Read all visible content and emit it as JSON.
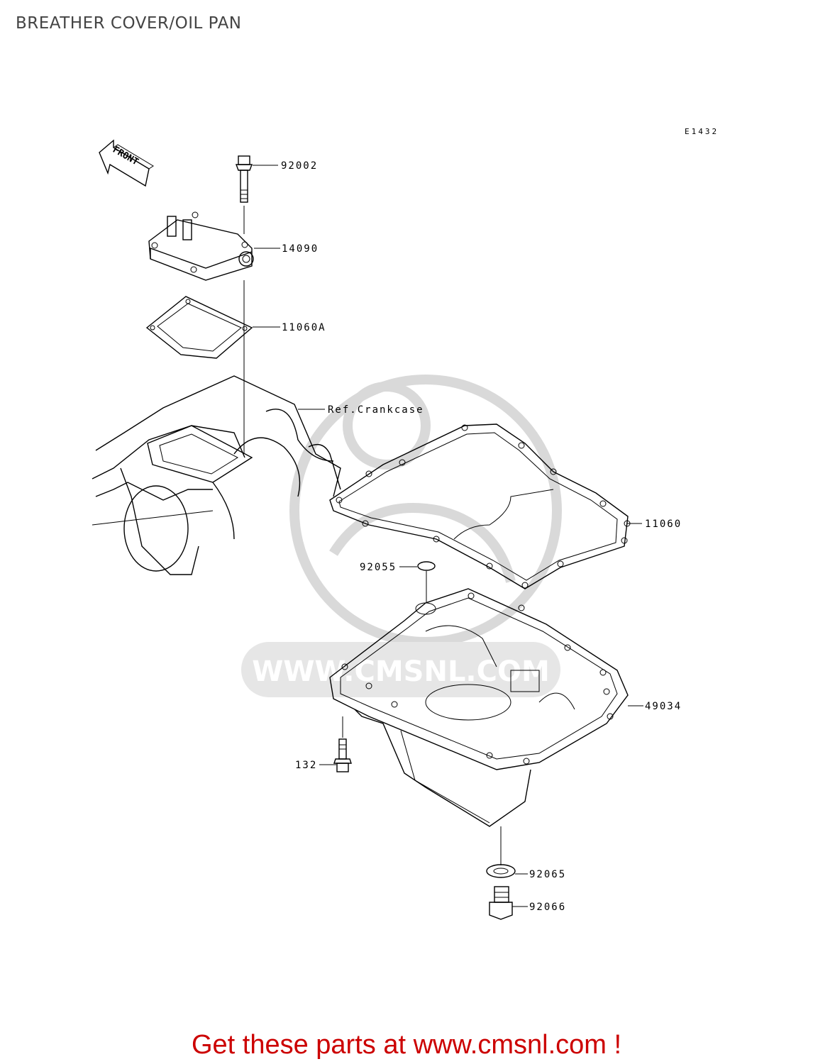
{
  "title": "BREATHER COVER/OIL PAN",
  "diagram_code": "E1432",
  "front_arrow_label": "FRONT",
  "reference_label": "Ref.Crankcase",
  "parts": {
    "bolt_top": "92002",
    "breather_cover": "14090",
    "breather_gasket": "11060A",
    "oil_pan_gasket": "11060",
    "o_ring": "92055",
    "oil_pan": "49034",
    "pan_bolt": "132",
    "drain_washer": "92065",
    "drain_plug": "92066"
  },
  "watermark_text": "WWW.CMSNL.COM",
  "footer": "Get these parts at www.cmsnl.com !",
  "colors": {
    "footer": "#cc0000",
    "title": "#444444",
    "watermark": "#d9d9d9"
  }
}
